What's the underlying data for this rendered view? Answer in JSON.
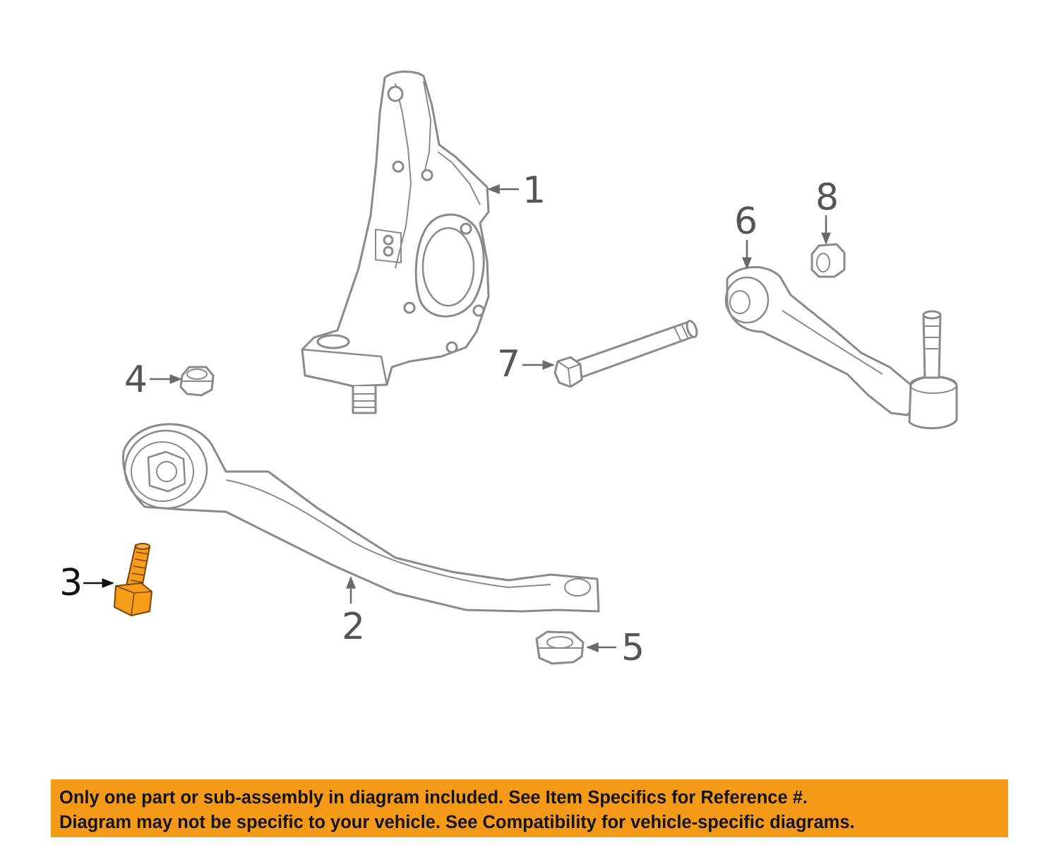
{
  "diagram": {
    "callouts": {
      "c1": "1",
      "c2": "2",
      "c3": "3",
      "c4": "4",
      "c5": "5",
      "c6": "6",
      "c7": "7",
      "c8": "8"
    },
    "highlighted_part": "3",
    "colors": {
      "line": "#8a8a8a",
      "part_fill": "#ffffff",
      "highlight_fill": "#f59c1a",
      "highlight_stroke": "#7a4300"
    }
  },
  "disclaimer": {
    "line1": "Only one part or sub-assembly in diagram included. See Item Specifics for Reference #.",
    "line2": "Diagram may not be specific to your vehicle. See Compatibility for vehicle-specific diagrams.",
    "background": "#f49a18"
  }
}
